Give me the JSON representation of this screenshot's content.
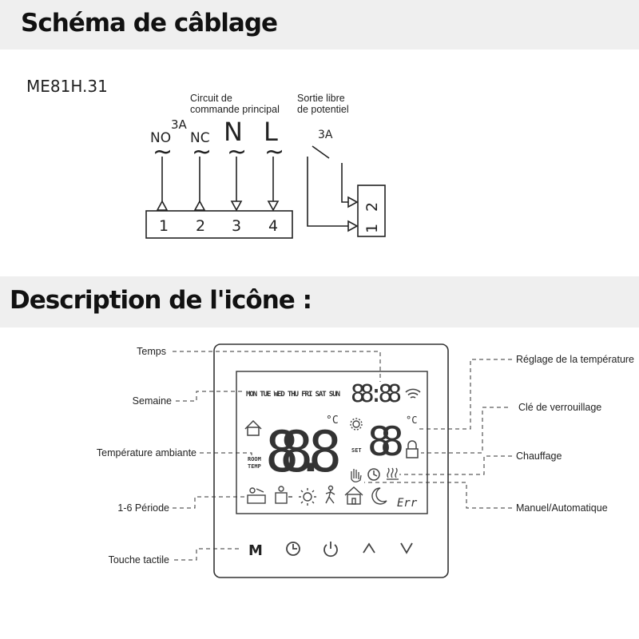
{
  "wiring": {
    "title": "Schéma de câblage",
    "model": "ME81H.31",
    "main_circuit_label_1": "Circuit de",
    "main_circuit_label_2": "commande principal",
    "free_output_label_1": "Sortie libre",
    "free_output_label_2": "de potentiel",
    "relay_rating": "3A",
    "free_output_rating": "3A",
    "terminals": [
      {
        "label": "NO",
        "number": "1"
      },
      {
        "label": "NC",
        "number": "2"
      },
      {
        "label": "N",
        "number": "3"
      },
      {
        "label": "L",
        "number": "4"
      }
    ],
    "ac_symbol": "~",
    "output_terminals": [
      "1",
      "2"
    ]
  },
  "icons": {
    "title": "Description de l'icône :",
    "callouts": {
      "time": "Temps",
      "week": "Semaine",
      "room_temp": "Température ambiante",
      "period": "1-6 Période",
      "touch": "Touche tactile",
      "set_temp": "Réglage de la température",
      "lock": "Clé de verrouillage",
      "heating": "Chauffage",
      "manual_auto": "Manuel/Automatique"
    },
    "lcd": {
      "days": "MON TUE WED THU FRI SAT SUN",
      "clock": "88:88",
      "room_temp": "88.8",
      "unit": "°C",
      "set_temp": "88",
      "set_label": "SET",
      "room_label_1": "ROOM",
      "room_label_2": "TEMP",
      "err": "Err"
    },
    "buttons": [
      "M",
      "clock-button",
      "power-button",
      "up-button",
      "down-button"
    ],
    "button_m_label": "M"
  }
}
